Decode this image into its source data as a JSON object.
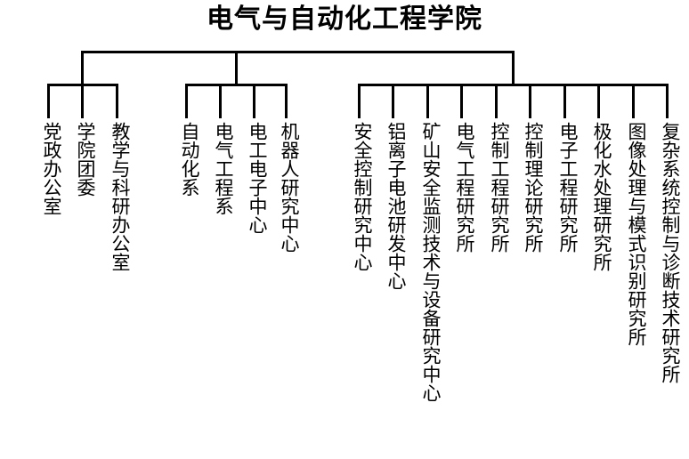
{
  "title": "电气与自动化工程学院",
  "colors": {
    "line": "#000000",
    "text": "#000000",
    "background": "#ffffff"
  },
  "groups": [
    {
      "name": "administrative-offices",
      "items": [
        {
          "label": "党政办公室"
        },
        {
          "label": "学院团委"
        },
        {
          "label": "教学与科研办公室"
        }
      ]
    },
    {
      "name": "departments-and-centers",
      "items": [
        {
          "label": "自动化系"
        },
        {
          "label": "电气工程系"
        },
        {
          "label": "电工电子中心"
        },
        {
          "label": "机器人研究中心"
        }
      ]
    },
    {
      "name": "research-institutes",
      "items": [
        {
          "label": "安全控制研究中心"
        },
        {
          "label": "铝离子电池研发中心"
        },
        {
          "label": "矿山安全监测技术与设备研究中心"
        },
        {
          "label": "电气工程研究所"
        },
        {
          "label": "控制工程研究所"
        },
        {
          "label": "控制理论研究所"
        },
        {
          "label": "电子工程研究所"
        },
        {
          "label": "极化水处理研究所"
        },
        {
          "label": "图像处理与模式识别研究所"
        },
        {
          "label": "复杂系统控制与诊断技术研究所"
        }
      ]
    }
  ]
}
